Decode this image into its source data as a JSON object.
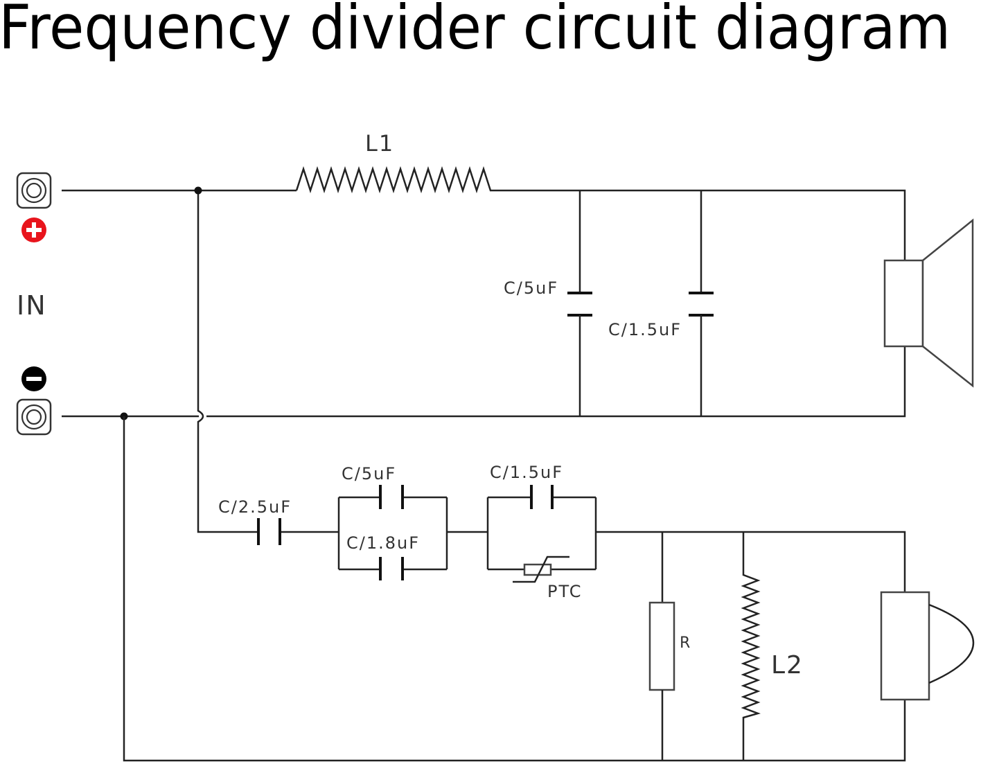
{
  "title": "Frequency divider circuit diagram",
  "input": {
    "label": "IN",
    "positive_icon": "plus-circle-icon",
    "negative_icon": "minus-circle-icon",
    "positive_color": "#e8141c",
    "negative_color": "#000000",
    "terminal_icon": "speaker-terminal-icon"
  },
  "woofer_branch": {
    "inductor_label": "L1",
    "cap_a_label": "C/5uF",
    "cap_b_label": "C/1.5uF",
    "speaker_icon": "woofer-speaker-icon"
  },
  "tweeter_branch": {
    "series_cap_label": "C/2.5uF",
    "parallel_cap_top_label": "C/5uF",
    "parallel_cap_bottom_label": "C/1.8uF",
    "cap_with_ptc_label": "C/1.5uF",
    "ptc_label": "PTC",
    "resistor_label": "R",
    "inductor_label": "L2",
    "speaker_icon": "tweeter-speaker-icon"
  }
}
